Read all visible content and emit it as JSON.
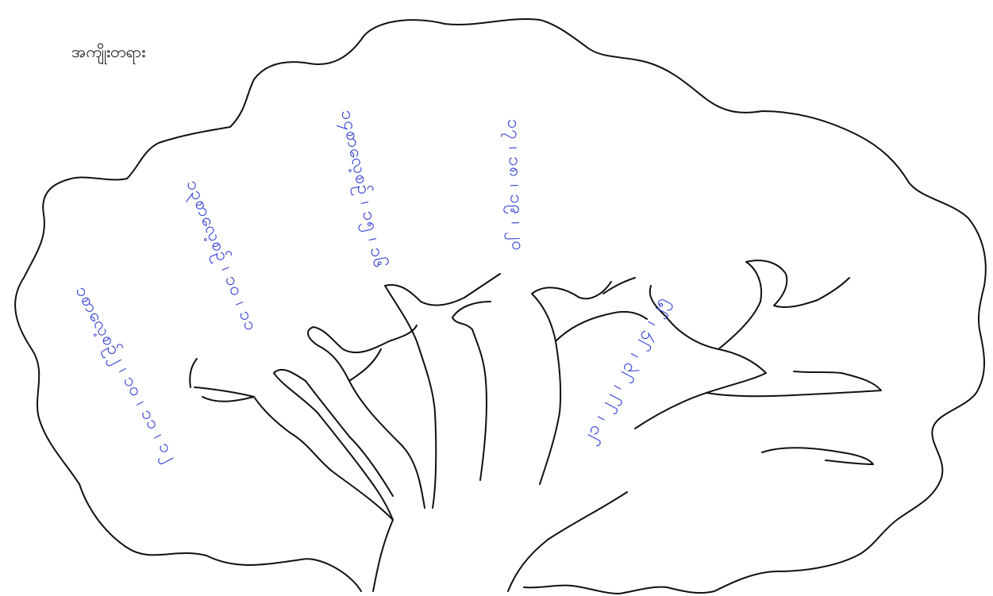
{
  "diagram": {
    "title": "အကျိုးတရား",
    "ink_color": "#111111",
    "label_color": "#2f3fd6",
    "branches": [
      {
        "id": "b1",
        "label": "၁စာလေ့စဉ်၂ ၊ ၁၀ ၊ ၁၁ ၊ ၁၂"
      },
      {
        "id": "b2",
        "label": "၁၃စာလေ့စဉ် ၊ ၁၀ ၊ ၁၁"
      },
      {
        "id": "b3",
        "label": "၁၄စာလေ့စဉ် ၊ ၁၅ ၊ ၁၆"
      },
      {
        "id": "b4",
        "label": "၁၇ ၊ ၁၈ ၊ ၁၉ ၊ ၂၀"
      },
      {
        "id": "b5",
        "label": "၂၁ ၊ ၂၂ ၊ ၂၃ ၊ ၂၄ ၊ ၂၅"
      }
    ]
  }
}
